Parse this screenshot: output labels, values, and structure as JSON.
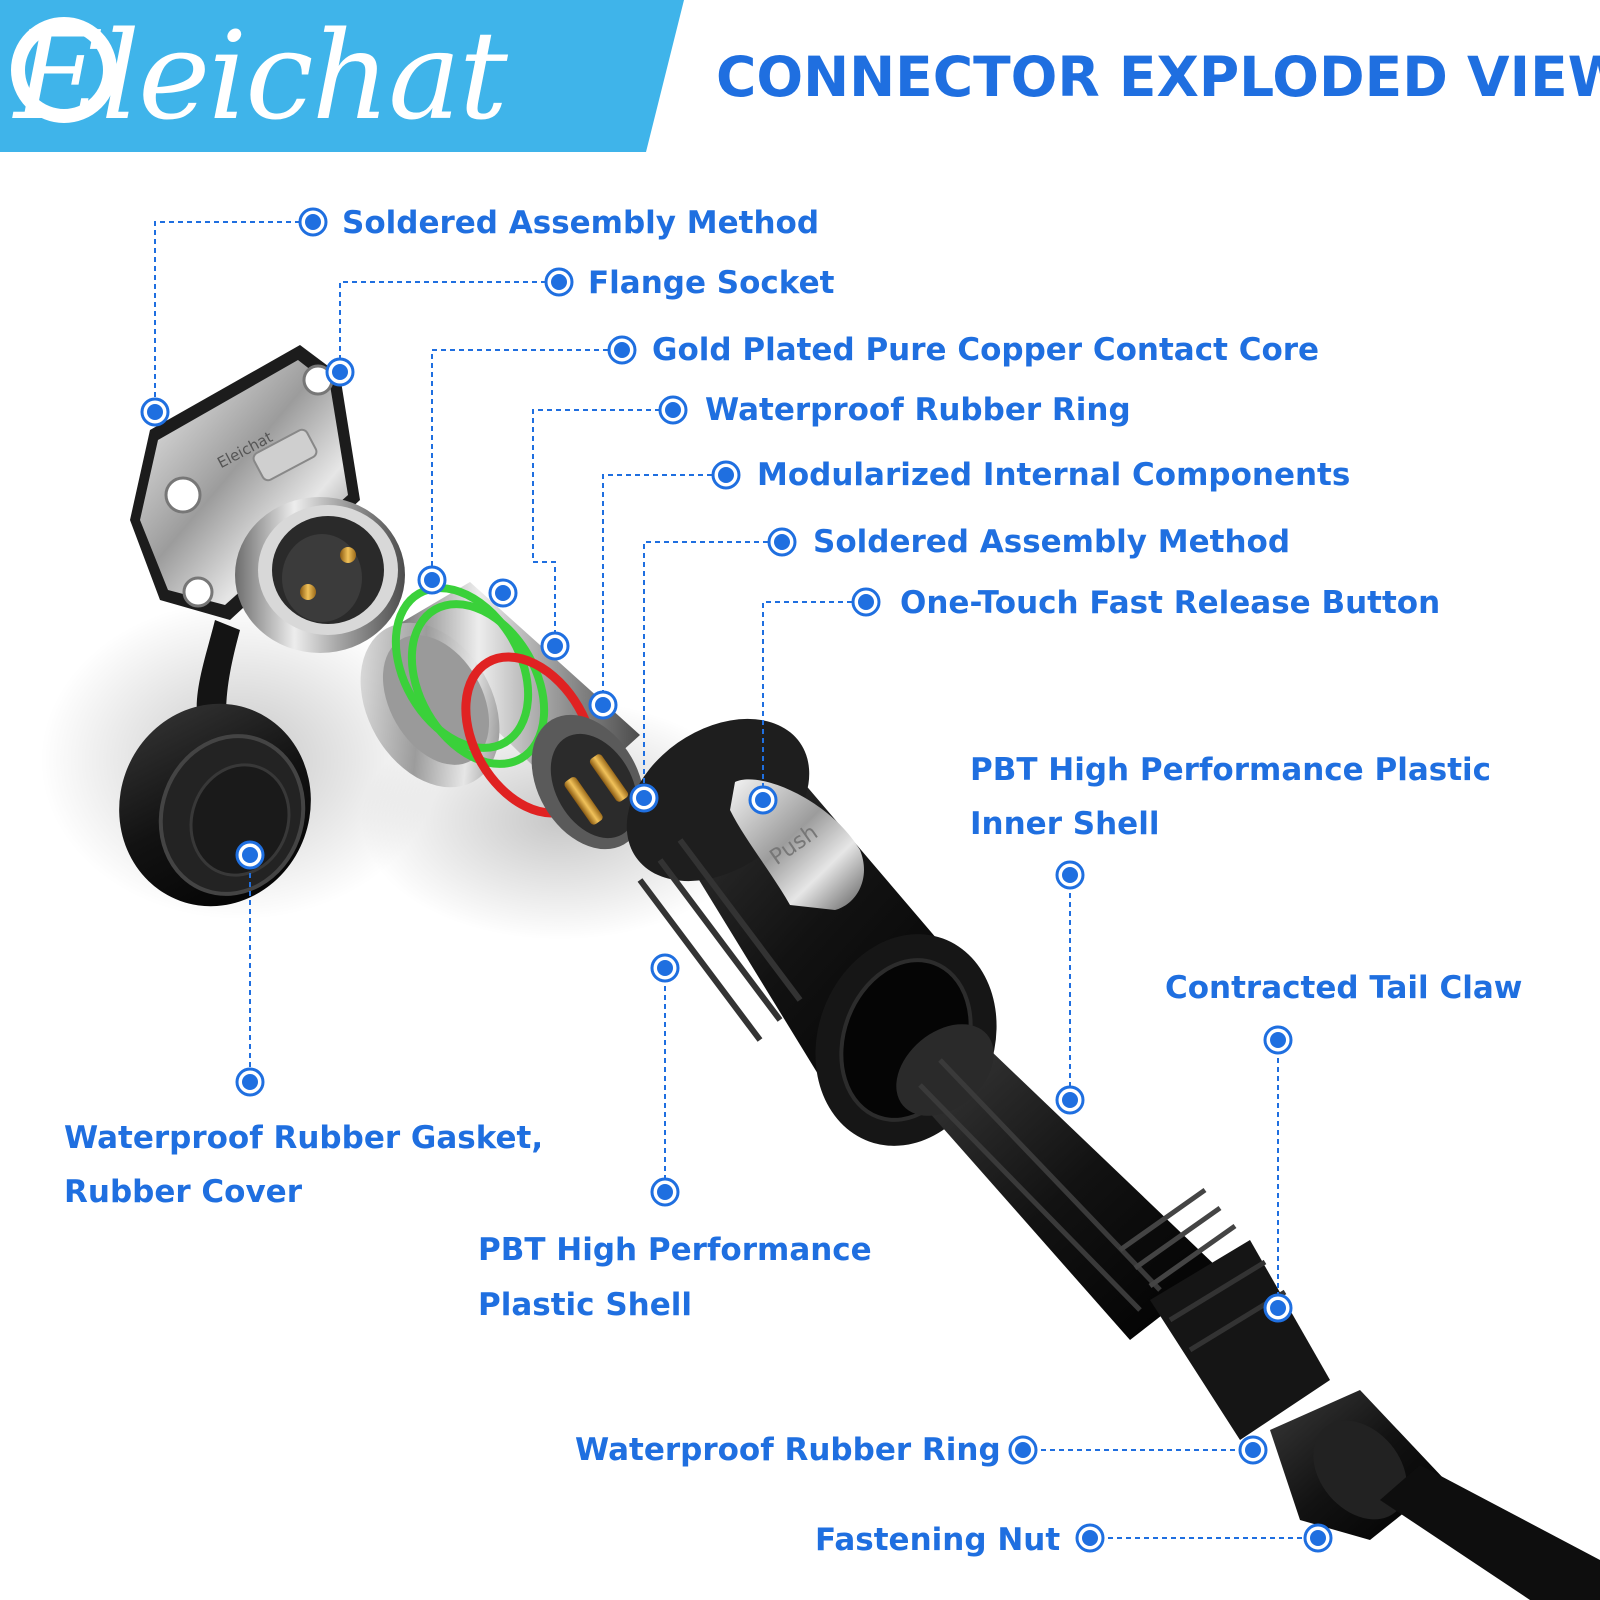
{
  "brand": {
    "name": "Eleichat",
    "banner_color": "#3fb4ea"
  },
  "title": "CONNECTOR EXPLODED VIEW",
  "colors": {
    "accent": "#1f6fe0",
    "leader": "#1f6fe0"
  },
  "callouts": {
    "soldered_assembly_top": "Soldered Assembly Method",
    "flange_socket": "Flange Socket",
    "contact_core": "Gold Plated Pure Copper Contact Core",
    "rubber_ring_upper": "Waterproof Rubber Ring",
    "internal_components": "Modularized Internal Components",
    "soldered_assembly_mid": "Soldered Assembly Method",
    "release_button": "One-Touch Fast Release Button",
    "inner_shell_line1": "PBT High Performance Plastic",
    "inner_shell_line2": "Inner Shell",
    "tail_claw": "Contracted Tail Claw",
    "gasket_line1": "Waterproof Rubber Gasket,",
    "gasket_line2": "Rubber Cover",
    "outer_shell_line1": "PBT High Performance",
    "outer_shell_line2": "Plastic Shell",
    "rubber_ring_lower": "Waterproof Rubber Ring",
    "fastening_nut": "Fastening Nut"
  },
  "product_marks": {
    "socket_logo": "Eleichat",
    "button_label": "Push"
  }
}
